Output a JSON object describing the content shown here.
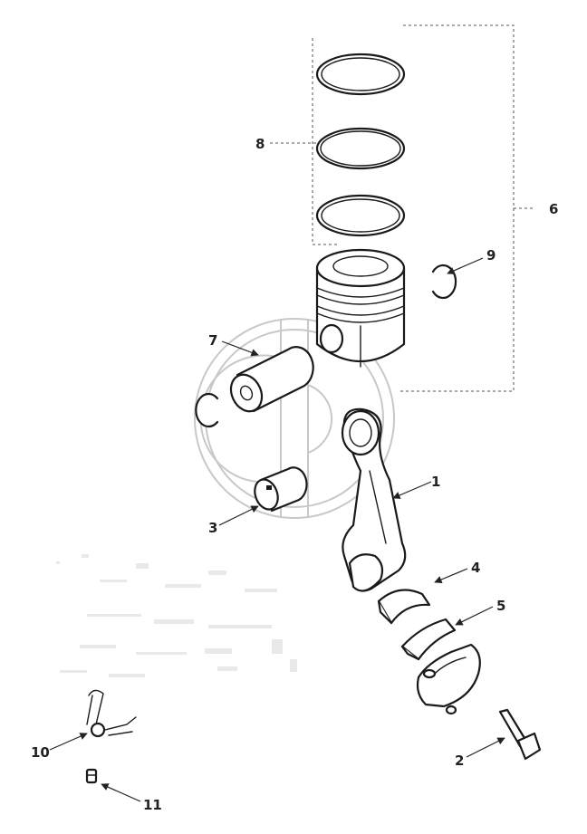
{
  "callouts": {
    "c1": "1",
    "c2": "2",
    "c3": "3",
    "c4": "4",
    "c5": "5",
    "c6": "6",
    "c7": "7",
    "c8": "8",
    "c9": "9",
    "c10": "10",
    "c11": "11"
  },
  "colors": {
    "line": "#1a1a1a",
    "watermark": "#c8c8c8",
    "background": "#ffffff"
  }
}
